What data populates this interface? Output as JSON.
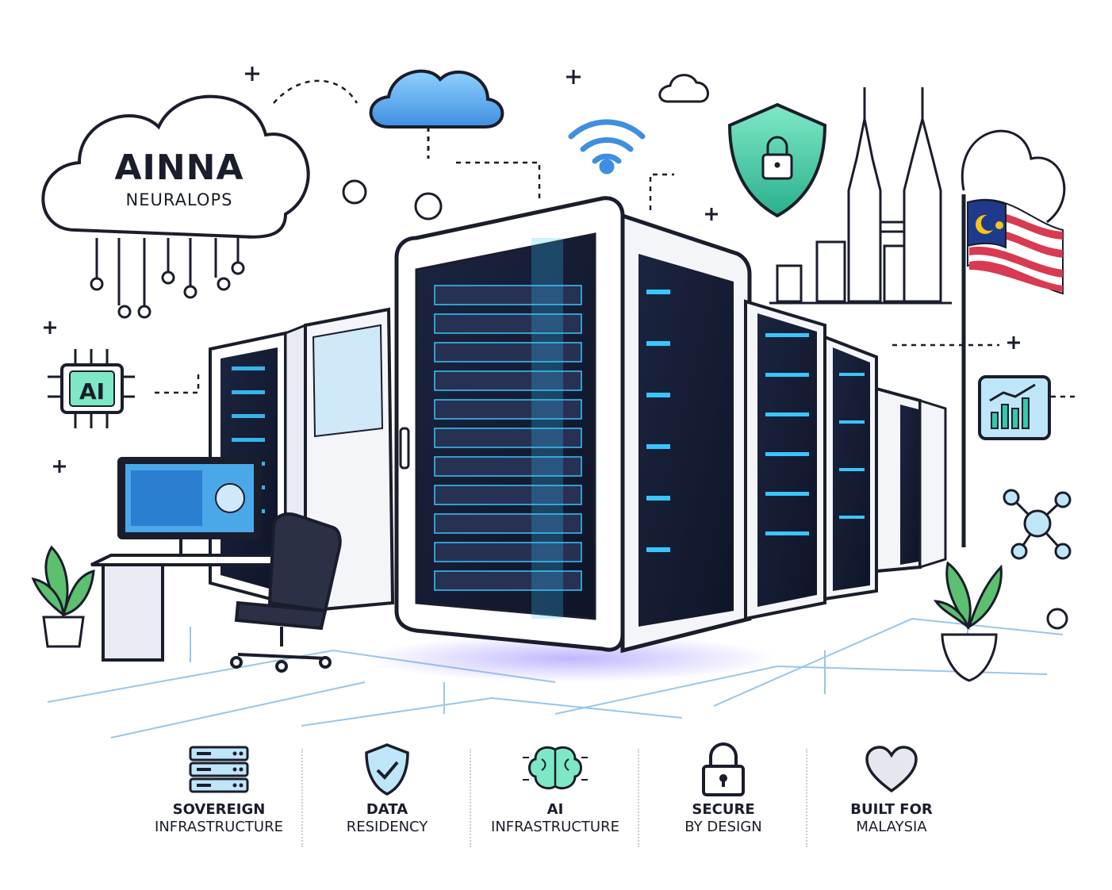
{
  "brand": {
    "name": "AINNA",
    "tagline": "NEURALOPS"
  },
  "chip_label": "AI",
  "features": [
    {
      "icon": "server-stack-icon",
      "line1": "SOVEREIGN",
      "line2": "INFRASTRUCTURE"
    },
    {
      "icon": "shield-check-icon",
      "line1": "DATA",
      "line2": "RESIDENCY"
    },
    {
      "icon": "ai-brain-icon",
      "line1": "AI",
      "line2": "INFRASTRUCTURE"
    },
    {
      "icon": "padlock-icon",
      "line1": "SECURE",
      "line2": "BY DESIGN"
    },
    {
      "icon": "heart-icon",
      "line1": "BUILT FOR",
      "line2": "MALAYSIA"
    }
  ],
  "colors": {
    "ink": "#1a1d2b",
    "accent_blue": "#4aa8e8",
    "accent_teal": "#34c9a8",
    "screen_glow": "#39c6ff",
    "flag_red": "#d83a52",
    "flag_blue": "#1f3a8a",
    "flag_yellow": "#f5c518"
  }
}
